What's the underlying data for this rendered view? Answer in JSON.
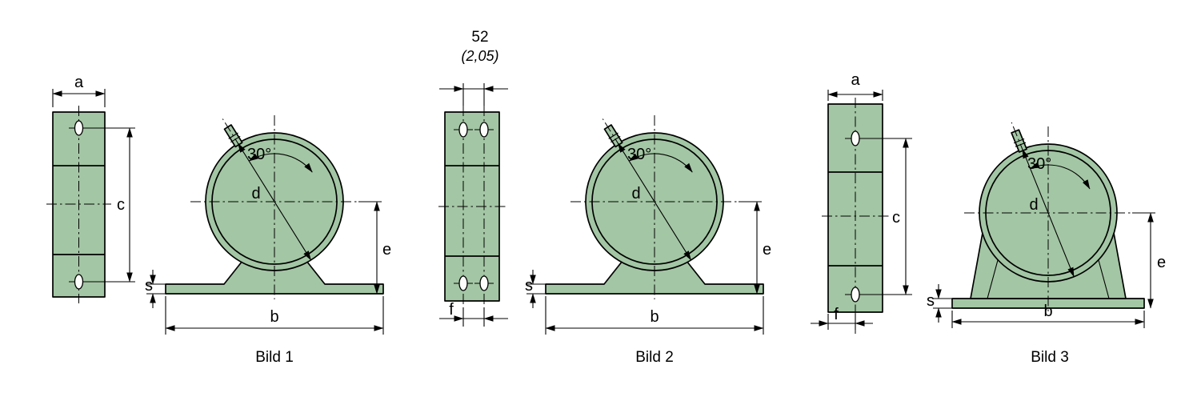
{
  "figures": {
    "fig1": {
      "caption": "Bild 1",
      "a": "a",
      "c": "c",
      "d": "d",
      "e": "e",
      "s": "s",
      "b": "b",
      "angle": "30°"
    },
    "fig2": {
      "caption": "Bild 2",
      "top_value": "52",
      "top_alt": "(2,05)",
      "f": "f",
      "d": "d",
      "e": "e",
      "s": "s",
      "b": "b",
      "angle": "30°"
    },
    "fig3": {
      "caption": "Bild 3",
      "a": "a",
      "c": "c",
      "f": "f",
      "d": "d",
      "e": "e",
      "s": "s",
      "b": "b",
      "angle": "30°"
    }
  },
  "colors": {
    "part_fill": "#a3c6a4",
    "line": "#000000",
    "background": "#ffffff"
  }
}
